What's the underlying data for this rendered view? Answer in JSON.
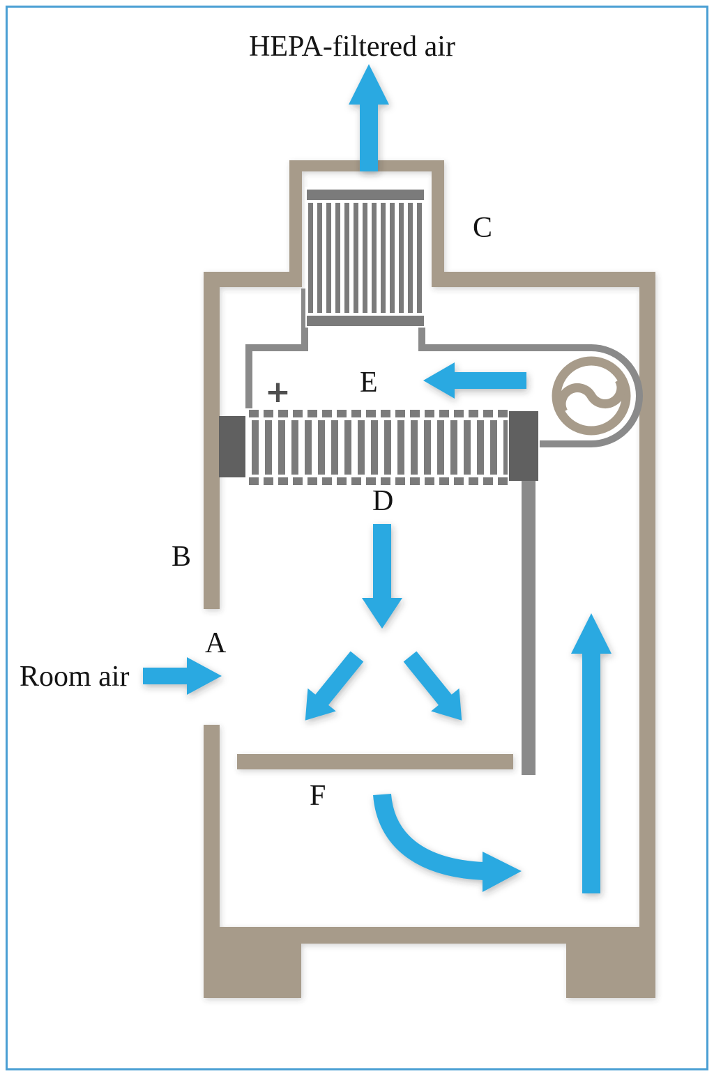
{
  "diagram": {
    "title": "HEPA-filtered air",
    "room_air_label": "Room air",
    "part_labels": {
      "A": "A",
      "B": "B",
      "C": "C",
      "D": "D",
      "E": "E",
      "F": "F"
    },
    "plus_sign": "+",
    "colors": {
      "arrow_blue": "#2BA9E1",
      "cabinet_tan": "#A79B8A",
      "filter_gray": "#7B7B7B",
      "dark_gray": "#606060",
      "plenum_gray": "#8A8A8A",
      "border_blue": "#4A9FD4",
      "label_text": "#141414"
    },
    "icons": {
      "blower_icon": "circle with S-curve fan symbol",
      "plus_icon": "+",
      "airflow_icon": "blue airflow arrow"
    }
  }
}
